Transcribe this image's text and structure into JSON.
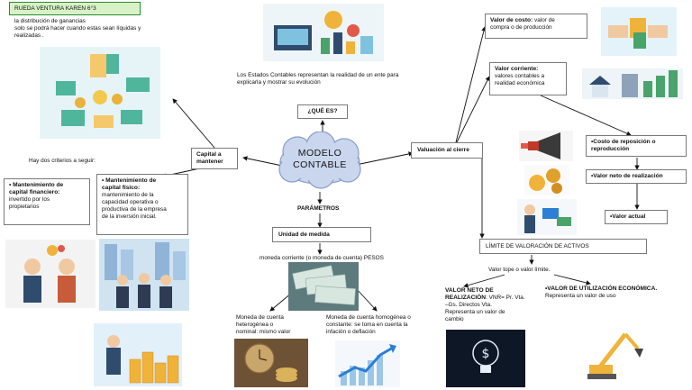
{
  "title_badge": "RUEDA VENTURA KAREN 6°3",
  "center": {
    "line1": "MODELO",
    "line2": "CONTABLE"
  },
  "que_es": {
    "label": "¿QUÉ ES?",
    "text_line1": "Los Estados Contables representan la realidad de un ente para",
    "text_line2": "explicarla y mostrar su evolución"
  },
  "parametros": "PARÁMETROS",
  "unidad": {
    "label": "Unidad de medida",
    "moneda_text": "moneda corriente (o moneda de cuenta) PESOS",
    "heterogenea": [
      "Moneda de cuenta",
      "heterogénea o",
      "nominal: mismo valor"
    ],
    "homogenea": [
      "Moneda de cuenta homogénea o",
      "constante: se toma en cuenta la",
      "infación o deflación"
    ]
  },
  "capital": {
    "label_line1": "Capital a",
    "label_line2": "mantener",
    "distribucion": [
      "la distribución de ganancias",
      "solo se podrá hacer cuando estas sean líquidas y",
      "realizadas ."
    ],
    "criterios": "Hay dos criterios a seguir:",
    "financiero": [
      "• Mantenimiento de",
      "capital financiero:",
      "invertido por los",
      "propietarios"
    ],
    "fisico_title": [
      "• Mantenimiento de",
      "capital físico:"
    ],
    "fisico_body": [
      "mantenimiento de la",
      "capacidad operativa o",
      "productiva de la empresa",
      "de la inversión inicial."
    ]
  },
  "valuacion": {
    "label": "Valuación al cierre",
    "costo_title": "Valor de costo:",
    "costo_body_1": " valor de",
    "costo_body_2": "compra o de producción",
    "corriente": [
      "Valor corriente:",
      "valores contables a",
      "realidad económica"
    ],
    "reposicion": [
      "•Costo de reposición o",
      "reproducción"
    ],
    "neto": "•Valor neto de realización",
    "actual": "•Valor actual",
    "limite_label": "LÍMITE DE VALORACIÓN DE ACTIVOS",
    "tope": "Valor tope o valor límite.",
    "vnr_title_1": "VALOR NETO DE",
    "vnr_title_2": "REALIZACIÓN",
    "vnr_body_1": ": VNR= Pr. Vta.",
    "vnr_body": [
      "–Gs. Directos Vta.",
      "Representa un valor de",
      "cambio"
    ],
    "uso_title": "•VALOR DE UTILIZACIÓN ECONÓMICA.",
    "uso_body": "Representa un valor de uso"
  },
  "colors": {
    "cloud": "#c9d6ee",
    "cloud_stroke": "#8a9cc8",
    "badge_bg": "#d8f2c8",
    "badge_border": "#2e8b2e",
    "line": "#111111"
  }
}
